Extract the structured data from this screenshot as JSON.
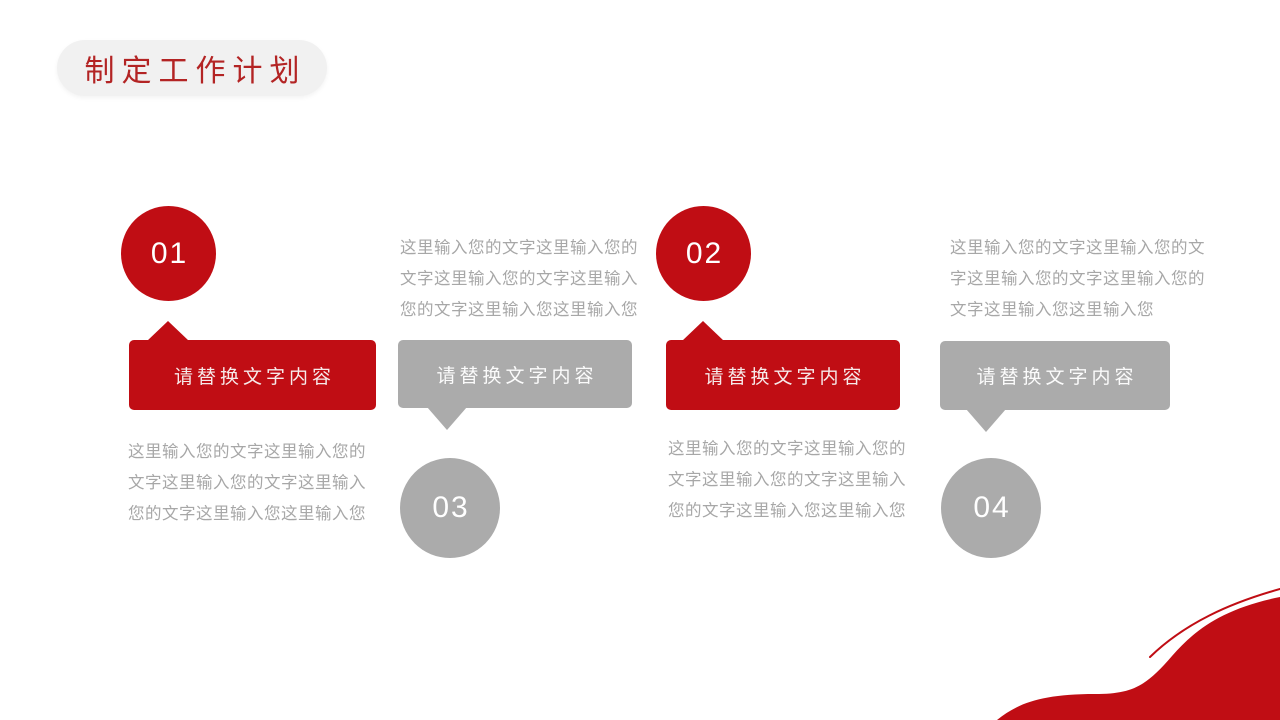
{
  "slide": {
    "title": "制定工作计划",
    "colors": {
      "red": "#c00d14",
      "gray": "#ababab",
      "title_text_red": "#b32424",
      "title_pill_bg": "#f1f1f1",
      "body_text_gray": "#a7a7a7"
    },
    "columns": [
      {
        "number": "01",
        "variant": "red",
        "bubble_label": "请替换文字内容",
        "body": "这里输入您的文字这里输入您的\n文字这里输入您的文字这里输入\n您的文字这里输入您这里输入您"
      },
      {
        "number": "03",
        "variant": "gray",
        "bubble_label": "请替换文字内容",
        "body": "这里输入您的文字这里输入您的\n文字这里输入您的文字这里输入\n您的文字这里输入您这里输入您"
      },
      {
        "number": "02",
        "variant": "red",
        "bubble_label": "请替换文字内容",
        "body": "这里输入您的文字这里输入您的\n文字这里输入您的文字这里输入\n您的文字这里输入您这里输入您"
      },
      {
        "number": "04",
        "variant": "gray",
        "bubble_label": "请替换文字内容",
        "body": "这里输入您的文字这里输入您的文\n字这里输入您的文字这里输入您的\n文字这里输入您这里输入您"
      }
    ]
  }
}
